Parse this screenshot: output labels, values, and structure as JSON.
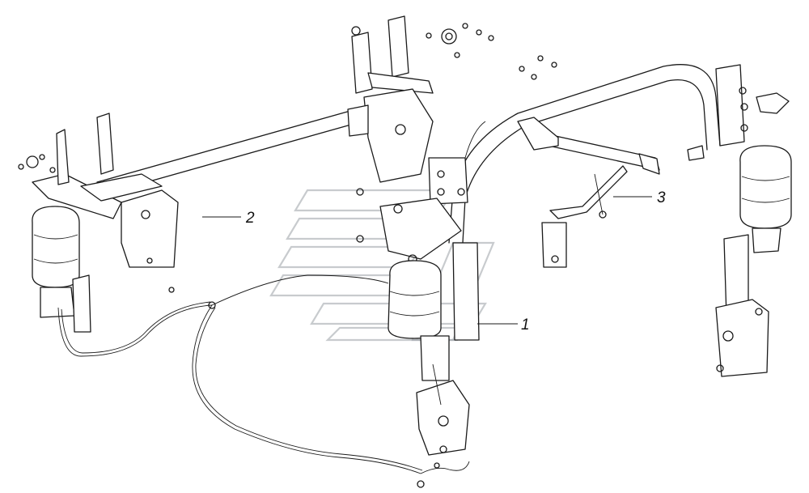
{
  "diagram": {
    "callouts": [
      {
        "id": "1",
        "label": "1"
      },
      {
        "id": "2",
        "label": "2"
      },
      {
        "id": "3",
        "label": "3"
      }
    ]
  },
  "colors": {
    "line": "#1a1a1a",
    "background": "#ffffff",
    "watermark": "#9aa0a6"
  }
}
